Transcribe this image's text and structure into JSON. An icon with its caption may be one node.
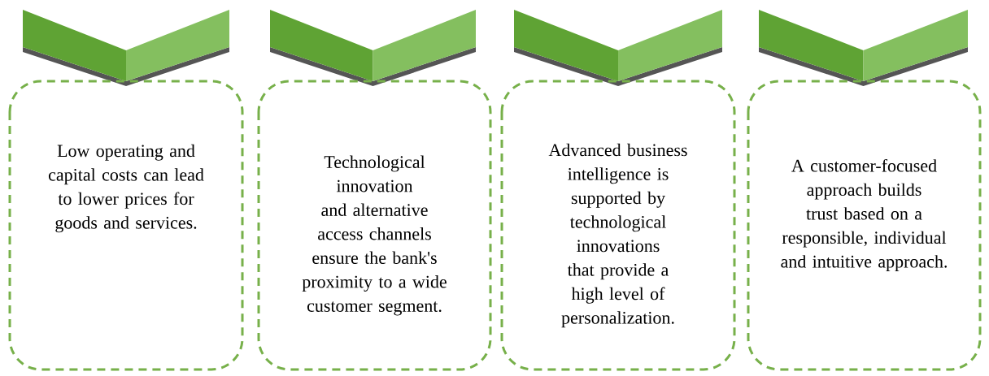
{
  "diagram": {
    "nodes": [
      {
        "text": [],
        "shape": "chevron"
      },
      {
        "text": [],
        "shape": "chevron"
      },
      {
        "text": [],
        "shape": "chevron"
      },
      {
        "text": [],
        "shape": "chevron"
      },
      {
        "text": [
          "Low operating and capital costs can lead to lower prices for goods and services."
        ]
      },
      {
        "text": [
          "Technological innovation and alternative access channels ensure the bank's proximity to a wide customer segment."
        ]
      },
      {
        "text": [
          "Advanced business intelligence is supported by technological innovations that provide a high level of personalization."
        ]
      },
      {
        "text": [
          "A customer-focused approach builds trust based on a responsible, individual and intuitive approach."
        ]
      }
    ]
  }
}
